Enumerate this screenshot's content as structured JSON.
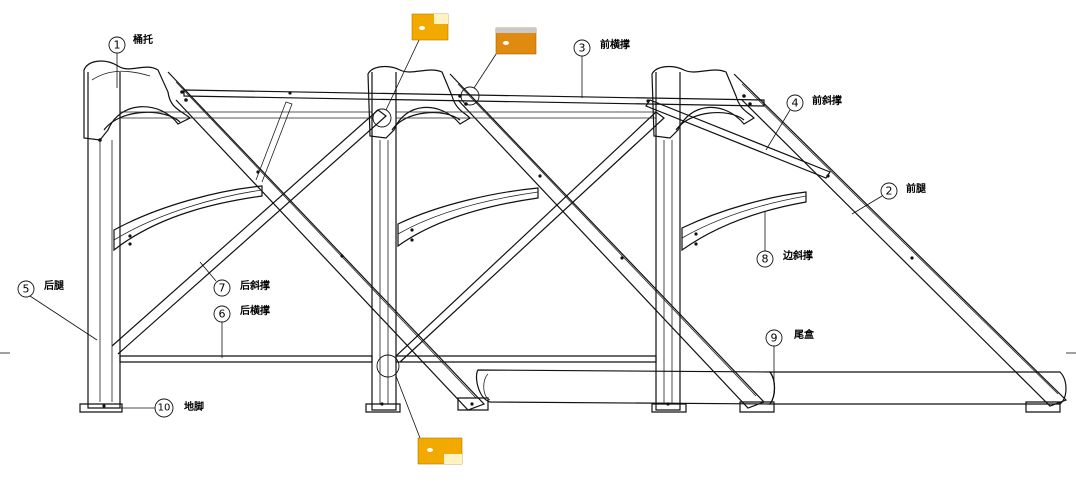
{
  "parts": [
    {
      "num": "1",
      "label": "桶托"
    },
    {
      "num": "2",
      "label": "前腿"
    },
    {
      "num": "3",
      "label": "前横撑"
    },
    {
      "num": "4",
      "label": "前斜撑"
    },
    {
      "num": "5",
      "label": "后腿"
    },
    {
      "num": "6",
      "label": "后横撑"
    },
    {
      "num": "7",
      "label": "后斜撑"
    },
    {
      "num": "8",
      "label": "边斜撑"
    },
    {
      "num": "9",
      "label": "尾盒"
    },
    {
      "num": "10",
      "label": "地脚"
    }
  ],
  "colors": {
    "line": "#111111",
    "detail_fill": "#f2a900",
    "detail_fill_alt": "#e08a10"
  }
}
